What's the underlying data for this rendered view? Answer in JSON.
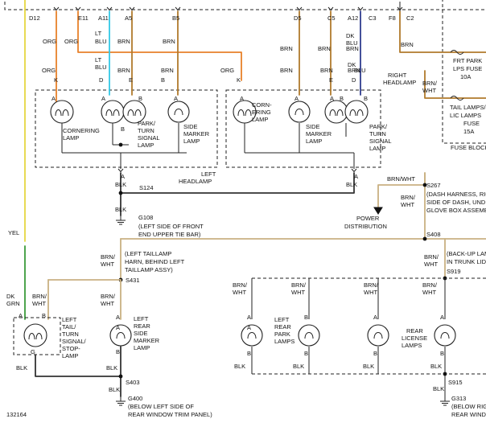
{
  "colors": {
    "ORG": "#e8812a",
    "LTBLU": "#33c9e6",
    "BRN": "#b07a2c",
    "DKBLU": "#2f3c8f",
    "BRNWHT": "#c9b182",
    "YEL": "#e6d640",
    "DKGRN": "#3a9a3a",
    "BLK": "#333333",
    "RED": "#d23a3a"
  },
  "connector_pins": [
    {
      "label": "D12"
    },
    {
      "label": "E11"
    },
    {
      "label": "A11"
    },
    {
      "label": "A5"
    },
    {
      "label": "B5"
    },
    {
      "label": "D5"
    },
    {
      "label": "C5"
    },
    {
      "label": "A12"
    },
    {
      "label": "C3"
    },
    {
      "label": "F8"
    },
    {
      "label": "C2"
    }
  ],
  "wire_labels": [
    {
      "text": "ORG"
    },
    {
      "text": "ORG"
    },
    {
      "text": "LT"
    },
    {
      "text": "BLU"
    },
    {
      "text": "BRN"
    },
    {
      "text": "BRN"
    },
    {
      "text": "BRN"
    },
    {
      "text": "BRN"
    },
    {
      "text": "BRN"
    },
    {
      "text": "DK"
    },
    {
      "text": "BLU"
    },
    {
      "text": "BRN"
    },
    {
      "text": "ORG"
    },
    {
      "text": "LT"
    },
    {
      "text": "BLU"
    },
    {
      "text": "BRN"
    },
    {
      "text": "BRN"
    },
    {
      "text": "ORG"
    },
    {
      "text": "BRN"
    },
    {
      "text": "BRN"
    },
    {
      "text": "BRN"
    },
    {
      "text": "DK"
    },
    {
      "text": "BLU"
    },
    {
      "text": "BRN/"
    },
    {
      "text": "WHT"
    },
    {
      "text": "YEL"
    },
    {
      "text": "BLK"
    },
    {
      "text": "BLK"
    },
    {
      "text": "BLK"
    },
    {
      "text": "BRN/WHT"
    },
    {
      "text": "BRN/"
    },
    {
      "text": "WHT"
    },
    {
      "text": "BRN/"
    },
    {
      "text": "WHT"
    },
    {
      "text": "BRN/"
    },
    {
      "text": "WHT"
    },
    {
      "text": "DK"
    },
    {
      "text": "GRN"
    },
    {
      "text": "BRN/"
    },
    {
      "text": "WHT"
    },
    {
      "text": "BRN/"
    },
    {
      "text": "WHT"
    },
    {
      "text": "BLK"
    },
    {
      "text": "BLK"
    },
    {
      "text": "BLK"
    },
    {
      "text": "BRN/"
    },
    {
      "text": "WHT"
    },
    {
      "text": "BRN/"
    },
    {
      "text": "WHT"
    },
    {
      "text": "BRN/"
    },
    {
      "text": "WHT"
    },
    {
      "text": "BRN/"
    },
    {
      "text": "WHT"
    },
    {
      "text": "BLK"
    },
    {
      "text": "BLK"
    },
    {
      "text": "BLK"
    },
    {
      "text": "BLK"
    },
    {
      "text": "BLK"
    }
  ],
  "pin_labels": [
    {
      "text": "K"
    },
    {
      "text": "D"
    },
    {
      "text": "E"
    },
    {
      "text": "B"
    },
    {
      "text": "A"
    },
    {
      "text": "A"
    },
    {
      "text": "B"
    },
    {
      "text": "A"
    },
    {
      "text": "B"
    },
    {
      "text": "A"
    },
    {
      "text": "K"
    },
    {
      "text": "E"
    },
    {
      "text": "D"
    },
    {
      "text": "A"
    },
    {
      "text": "A"
    },
    {
      "text": "B"
    },
    {
      "text": "A"
    },
    {
      "text": "B"
    },
    {
      "text": "A"
    },
    {
      "text": "A"
    },
    {
      "text": "B"
    },
    {
      "text": "G"
    },
    {
      "text": "A"
    },
    {
      "text": "B"
    },
    {
      "text": "A"
    },
    {
      "text": "B"
    },
    {
      "text": "A"
    },
    {
      "text": "A"
    },
    {
      "text": "A"
    },
    {
      "text": "A"
    },
    {
      "text": "B"
    },
    {
      "text": "B"
    },
    {
      "text": "B"
    },
    {
      "text": "B"
    }
  ],
  "component_labels": [
    {
      "text": "CORNERING"
    },
    {
      "text": "LAMP"
    },
    {
      "text": "PARK/"
    },
    {
      "text": "TURN"
    },
    {
      "text": "SIGNAL"
    },
    {
      "text": "LAMP"
    },
    {
      "text": "SIDE"
    },
    {
      "text": "MARKER"
    },
    {
      "text": "LAMP"
    },
    {
      "text": "CORN-"
    },
    {
      "text": "ERING"
    },
    {
      "text": "LAMP"
    },
    {
      "text": "SIDE"
    },
    {
      "text": "MARKER"
    },
    {
      "text": "LAMP"
    },
    {
      "text": "PARK/"
    },
    {
      "text": "TURN"
    },
    {
      "text": "SIGNAL"
    },
    {
      "text": "LAMP"
    },
    {
      "text": "RIGHT"
    },
    {
      "text": "HEADLAMP"
    },
    {
      "text": "LEFT"
    },
    {
      "text": "HEADLAMP"
    },
    {
      "text": "FRT PARK"
    },
    {
      "text": "LPS FUSE"
    },
    {
      "text": "10A"
    },
    {
      "text": "TAIL LAMPS/"
    },
    {
      "text": "LIC LAMPS"
    },
    {
      "text": "FUSE"
    },
    {
      "text": "15A"
    },
    {
      "text": "FUSE BLOCK"
    },
    {
      "text": "POWER"
    },
    {
      "text": "DISTRIBUTION"
    },
    {
      "text": "LEFT"
    },
    {
      "text": "TAIL/"
    },
    {
      "text": "TURN"
    },
    {
      "text": "SIGNAL/"
    },
    {
      "text": "STOP-"
    },
    {
      "text": "LAMP"
    },
    {
      "text": "LEFT"
    },
    {
      "text": "REAR"
    },
    {
      "text": "SIDE"
    },
    {
      "text": "MARKER"
    },
    {
      "text": "LAMP"
    },
    {
      "text": "LEFT"
    },
    {
      "text": "REAR"
    },
    {
      "text": "PARK"
    },
    {
      "text": "LAMPS"
    },
    {
      "text": "REAR"
    },
    {
      "text": "LICENSE"
    },
    {
      "text": "LAMPS"
    }
  ],
  "splices": [
    {
      "text": "S124"
    },
    {
      "text": "S267"
    },
    {
      "text": "S408"
    },
    {
      "text": "S431"
    },
    {
      "text": "S919"
    },
    {
      "text": "S403"
    },
    {
      "text": "S915"
    }
  ],
  "grounds": [
    {
      "text": "G108"
    },
    {
      "text": "G400"
    },
    {
      "text": "G313"
    }
  ],
  "notes": [
    {
      "text": "(LEFT SIDE OF FRONT"
    },
    {
      "text": "END UPPER TIE BAR)"
    },
    {
      "text": "(DASH HARNESS, RIGHT"
    },
    {
      "text": "SIDE OF DASH, UNDER"
    },
    {
      "text": "GLOVE BOX ASSEMBLY)"
    },
    {
      "text": "(LEFT TAILLAMP"
    },
    {
      "text": "HARN, BEHIND LEFT"
    },
    {
      "text": "TAILLAMP ASSY)"
    },
    {
      "text": "(BACK-UP LAMP"
    },
    {
      "text": "IN TRUNK LID"
    },
    {
      "text": "(BELOW LEFT SIDE OF"
    },
    {
      "text": "REAR WINDOW TRIM PANEL)"
    },
    {
      "text": "(BELOW RIGHT SIDE"
    },
    {
      "text": "REAR WINDOW"
    }
  ],
  "figure_id": "132164"
}
